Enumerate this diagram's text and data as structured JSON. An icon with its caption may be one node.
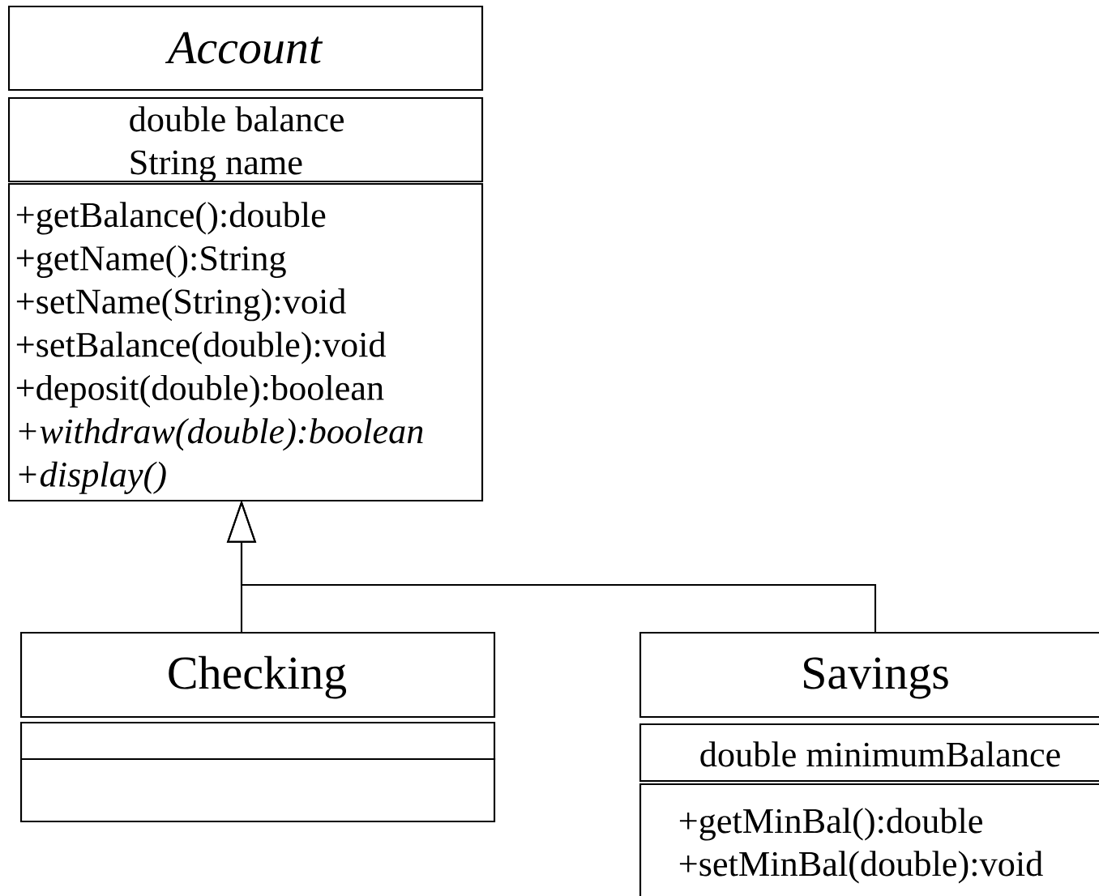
{
  "diagram": {
    "nodes": [
      {
        "text": [
          "Account"
        ]
      },
      {
        "text": [
          "double balance",
          "String name"
        ]
      },
      {
        "text": [
          "+getBalance():double",
          "+getName():String",
          "+setName(String):void",
          "+setBalance(double):void",
          "+deposit(double):boolean",
          "+withdraw(double):boolean",
          "+display()"
        ]
      },
      {
        "text": [
          "Checking"
        ]
      },
      {
        "text": [],
        "shape": "box"
      },
      {
        "text": [],
        "shape": "box"
      },
      {
        "text": [
          "Savings"
        ]
      },
      {
        "text": [
          "double minimumBalance"
        ]
      },
      {
        "text": [
          "+getMinBal():double",
          "+setMinBal(double):void"
        ]
      }
    ],
    "edges": [
      {
        "from": 3,
        "to": 2,
        "arrow": "to"
      },
      {
        "from": 6,
        "to": 2,
        "arrow": "to"
      }
    ]
  }
}
